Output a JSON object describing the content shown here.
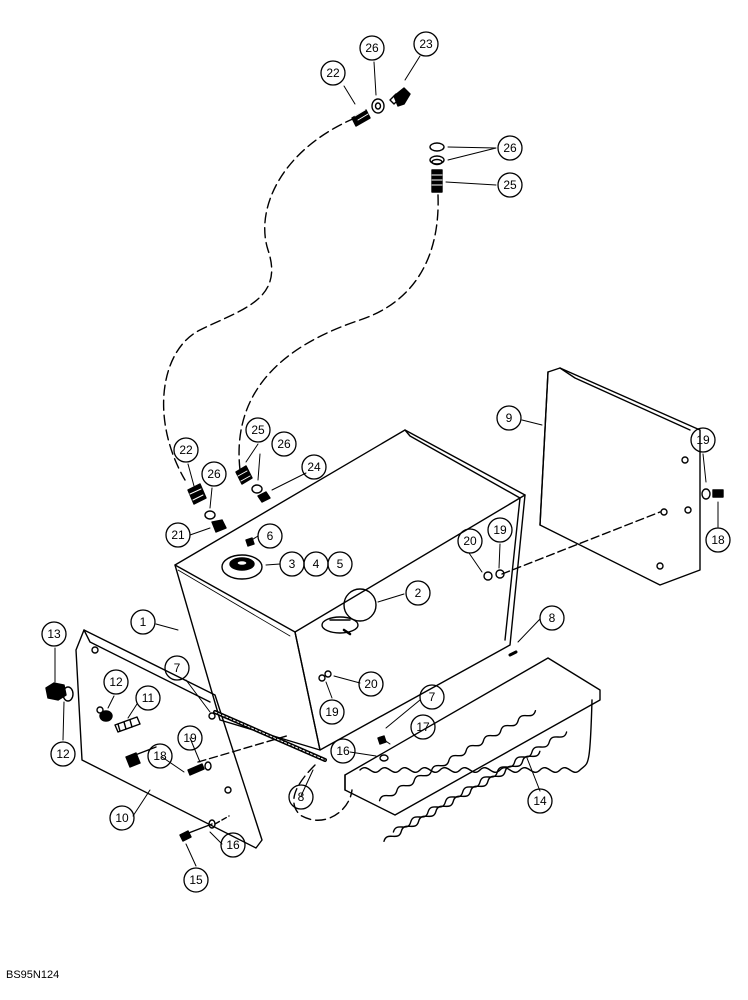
{
  "diagram": {
    "reference_code": "BS95N124",
    "callouts": [
      {
        "id": "c22a",
        "label": "22"
      },
      {
        "id": "c26a",
        "label": "26"
      },
      {
        "id": "c23",
        "label": "23"
      },
      {
        "id": "c26b",
        "label": "26"
      },
      {
        "id": "c25a",
        "label": "25"
      },
      {
        "id": "c9",
        "label": "9"
      },
      {
        "id": "c19a",
        "label": "19"
      },
      {
        "id": "c18a",
        "label": "18"
      },
      {
        "id": "c22b",
        "label": "22"
      },
      {
        "id": "c25b",
        "label": "25"
      },
      {
        "id": "c26c",
        "label": "26"
      },
      {
        "id": "c26d",
        "label": "26"
      },
      {
        "id": "c24",
        "label": "24"
      },
      {
        "id": "c21",
        "label": "21"
      },
      {
        "id": "c6",
        "label": "6"
      },
      {
        "id": "c3",
        "label": "3"
      },
      {
        "id": "c4",
        "label": "4"
      },
      {
        "id": "c5",
        "label": "5"
      },
      {
        "id": "c20a",
        "label": "20"
      },
      {
        "id": "c19b",
        "label": "19"
      },
      {
        "id": "c2",
        "label": "2"
      },
      {
        "id": "c1",
        "label": "1"
      },
      {
        "id": "c8a",
        "label": "8"
      },
      {
        "id": "c13",
        "label": "13"
      },
      {
        "id": "c12a",
        "label": "12"
      },
      {
        "id": "c12b",
        "label": "12"
      },
      {
        "id": "c11",
        "label": "11"
      },
      {
        "id": "c7a",
        "label": "7"
      },
      {
        "id": "c20b",
        "label": "20"
      },
      {
        "id": "c19c",
        "label": "19"
      },
      {
        "id": "c7b",
        "label": "7"
      },
      {
        "id": "c17",
        "label": "17"
      },
      {
        "id": "c16a",
        "label": "16"
      },
      {
        "id": "c18b",
        "label": "18"
      },
      {
        "id": "c19d",
        "label": "19"
      },
      {
        "id": "c14",
        "label": "14"
      },
      {
        "id": "c10",
        "label": "10"
      },
      {
        "id": "c8b",
        "label": "8"
      },
      {
        "id": "c16b",
        "label": "16"
      },
      {
        "id": "c15",
        "label": "15"
      }
    ]
  }
}
